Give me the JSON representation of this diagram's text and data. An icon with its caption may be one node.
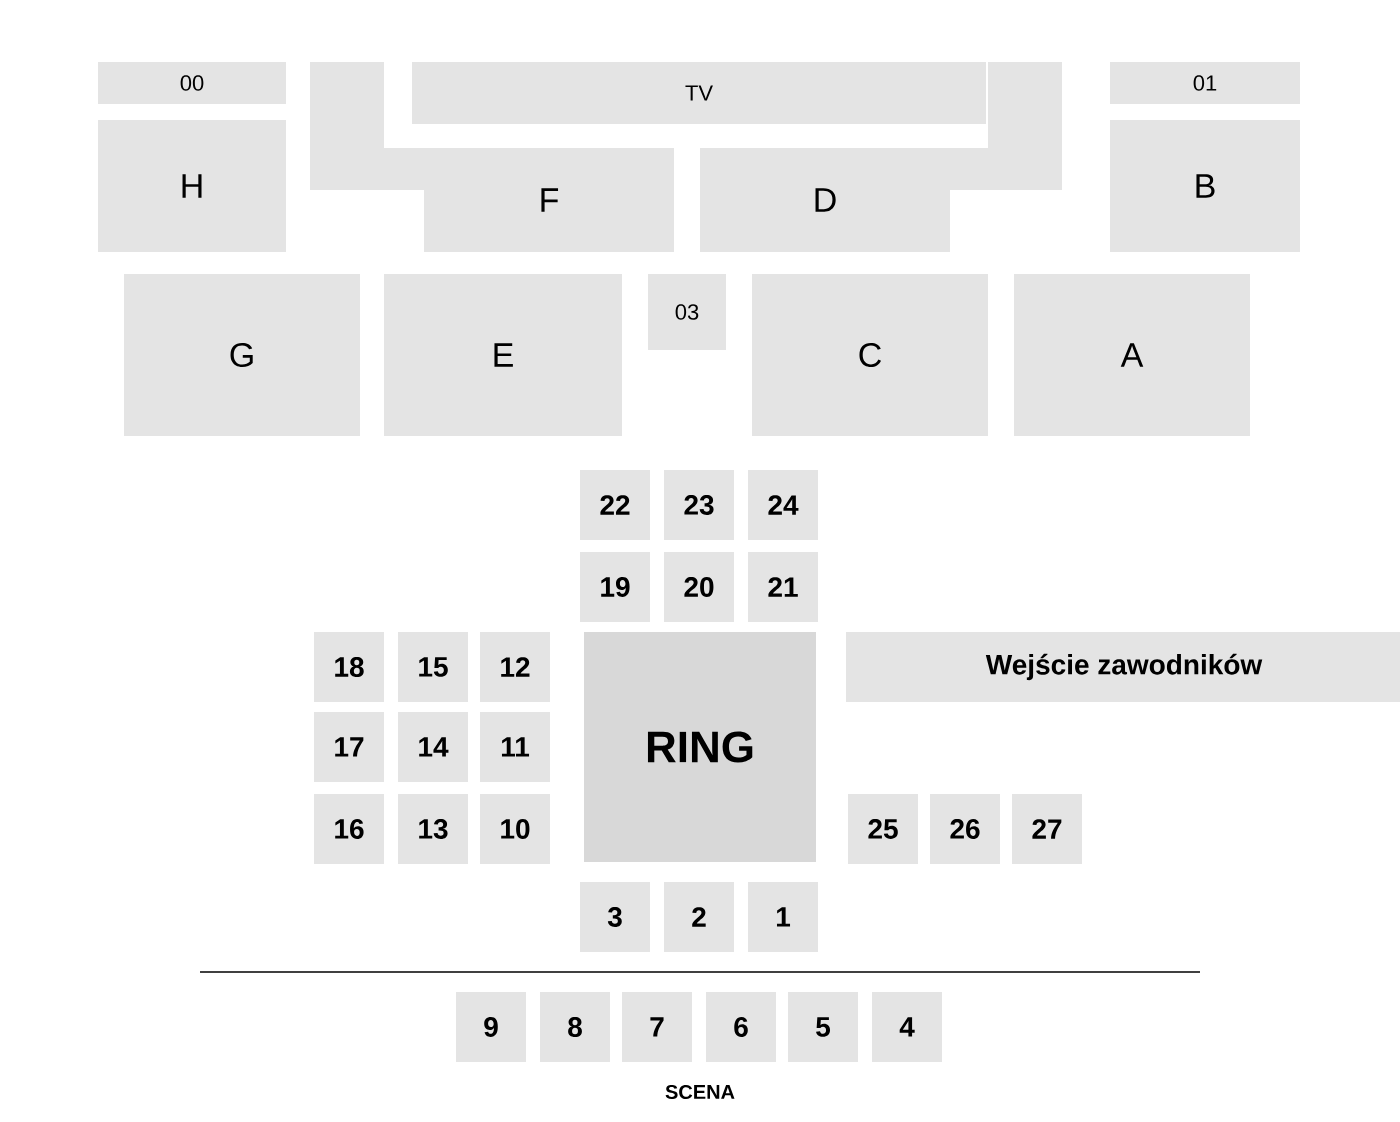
{
  "diagram": {
    "nodes": [
      {
        "text": [
          "00"
        ]
      },
      {
        "text": [
          "TV"
        ]
      },
      {
        "text": [
          "01"
        ]
      },
      {
        "text": [
          "H"
        ]
      },
      {
        "text": [
          "F"
        ]
      },
      {
        "text": [
          "D"
        ]
      },
      {
        "text": [
          "B"
        ]
      },
      {
        "text": [
          "G"
        ]
      },
      {
        "text": [
          "E"
        ]
      },
      {
        "text": [
          "03"
        ]
      },
      {
        "text": [
          "C"
        ]
      },
      {
        "text": [
          "A"
        ]
      },
      {
        "text": [
          "22"
        ]
      },
      {
        "text": [
          "23"
        ]
      },
      {
        "text": [
          "24"
        ]
      },
      {
        "text": [
          "19"
        ]
      },
      {
        "text": [
          "20"
        ]
      },
      {
        "text": [
          "21"
        ]
      },
      {
        "text": [
          "18"
        ]
      },
      {
        "text": [
          "15"
        ]
      },
      {
        "text": [
          "12"
        ]
      },
      {
        "text": [
          "RING"
        ]
      },
      {
        "text": [
          "Wejście zawodników"
        ]
      },
      {
        "text": [
          "17"
        ]
      },
      {
        "text": [
          "14"
        ]
      },
      {
        "text": [
          "11"
        ]
      },
      {
        "text": [
          "16"
        ]
      },
      {
        "text": [
          "13"
        ]
      },
      {
        "text": [
          "10"
        ]
      },
      {
        "text": [
          "25"
        ]
      },
      {
        "text": [
          "26"
        ]
      },
      {
        "text": [
          "27"
        ]
      },
      {
        "text": [
          "3"
        ]
      },
      {
        "text": [
          "2"
        ]
      },
      {
        "text": [
          "1"
        ]
      },
      {
        "text": [
          "9"
        ]
      },
      {
        "text": [
          "8"
        ]
      },
      {
        "text": [
          "7"
        ]
      },
      {
        "text": [
          "6"
        ]
      },
      {
        "text": [
          "5"
        ]
      },
      {
        "text": [
          "4"
        ]
      }
    ],
    "edges": [],
    "labels": [
      "SCENA"
    ]
  }
}
